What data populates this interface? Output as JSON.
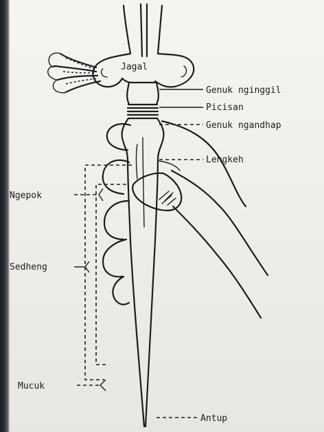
{
  "labels": {
    "jagal": "Jagal",
    "genuk_nginggil": "Genuk nginggil",
    "picisan": "Picisan",
    "genuk_ngandhap": "Genuk ngandhap",
    "lengkeh": "Lengkeh",
    "ngepok": "Ngepok",
    "sedheng": "Sedheng",
    "mucuk": "Mucuk",
    "antup": "Antup"
  }
}
